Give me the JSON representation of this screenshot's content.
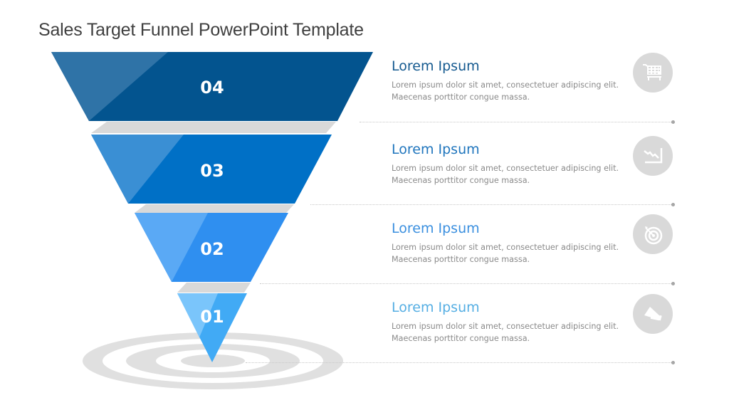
{
  "slide": {
    "title": "Sales Target Funnel PowerPoint Template"
  },
  "colors": {
    "stage_04": "#03548f",
    "stage_04_light": "#2f73a7",
    "stage_03": "#0070c6",
    "stage_03_light": "#3a8fd4",
    "stage_02": "#2f8ff0",
    "stage_02_light": "#5aa9f5",
    "stage_01": "#41aaf5",
    "stage_01_light": "#7ac5fb",
    "gray_band": "#d9d9d9",
    "icon_bg": "#d9d9d9",
    "title_04": "#14598f",
    "title_03": "#1f75bd",
    "title_02": "#3a8fdf",
    "title_01": "#55aee3"
  },
  "funnel": {
    "stages": [
      {
        "number": "04"
      },
      {
        "number": "03"
      },
      {
        "number": "02"
      },
      {
        "number": "01"
      }
    ]
  },
  "items": [
    {
      "title": "Lorem Ipsum",
      "description": "Lorem ipsum dolor sit amet, consectetuer  adipiscing elit. Maecenas porttitor congue massa.",
      "icon": "shopping-cart-icon"
    },
    {
      "title": "Lorem Ipsum",
      "description": "Lorem ipsum dolor sit amet, consectetuer  adipiscing elit. Maecenas porttitor congue massa.",
      "icon": "declining-chart-icon"
    },
    {
      "title": "Lorem Ipsum",
      "description": "Lorem ipsum dolor sit amet, consectetuer  adipiscing elit. Maecenas porttitor congue massa.",
      "icon": "target-dart-icon"
    },
    {
      "title": "Lorem Ipsum",
      "description": "Lorem ipsum dolor sit amet, consectetuer  adipiscing elit. Maecenas porttitor congue massa.",
      "icon": "megaphone-icon"
    }
  ]
}
